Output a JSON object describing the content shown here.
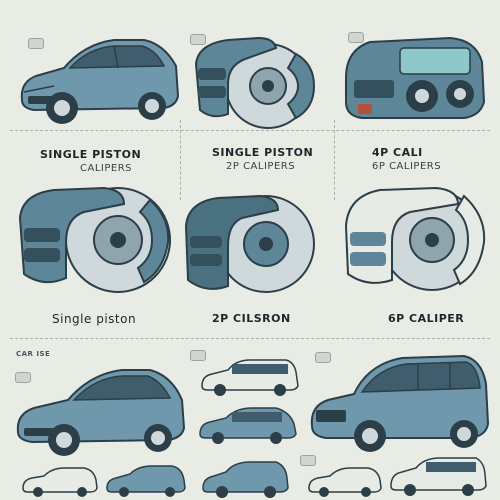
{
  "colors": {
    "background": "#e9ece5",
    "car_body": "#6f98ad",
    "car_dark": "#3f5d6c",
    "caliper": "#5d8698",
    "caliper_dark": "#34505d",
    "rotor": "#cfd8da",
    "accent_teal": "#8fc8c8"
  },
  "row1": {
    "caption_1": "SINGLE PISTON",
    "sub_1": "CALIPERS",
    "caption_2": "SINGLE PISTON",
    "sub_2": "2P CALIPERS",
    "caption_3": "4P CALI",
    "sub_3": "6P CALIPERS"
  },
  "row2": {
    "caption_1": "Single piston",
    "caption_2": "2P CILSRON",
    "caption_3": "6P CALIPER"
  },
  "row3": {
    "label": "CAR ISE"
  }
}
